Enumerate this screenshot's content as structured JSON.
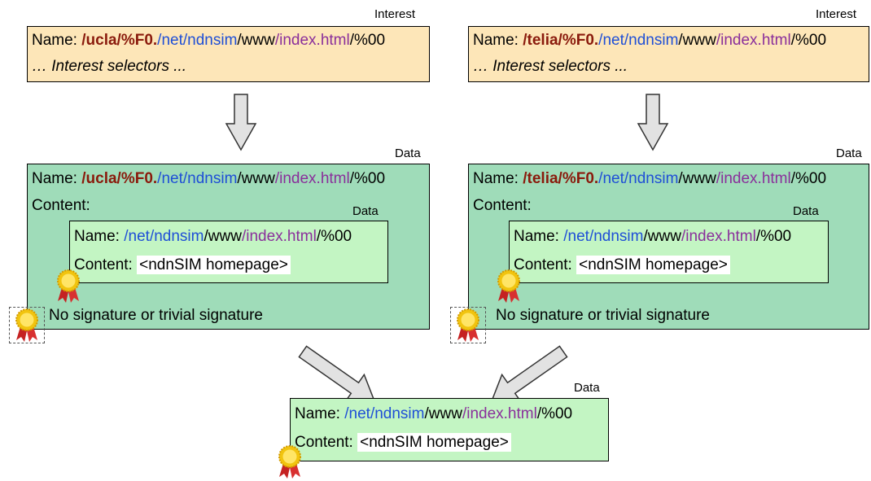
{
  "colors": {
    "interest_bg": "#fde6b8",
    "outer_data_bg": "#9fdcb9",
    "inner_data_bg": "#c3f5c3",
    "prefix_color": "#8a1a0c",
    "blue_path": "#1f4fd6",
    "purple_path": "#8a2f9b"
  },
  "common": {
    "name_label": "Name:",
    "content_label": "Content:",
    "seg_net": "/net",
    "seg_ndnsim": "/ndnsim",
    "seg_www": "/www",
    "seg_index": "/index.html",
    "seg_version": "/%00",
    "content_value": "<ndnSIM homepage>",
    "selectors": "… Interest selectors ...",
    "no_signature": "No signature or trivial signature"
  },
  "left": {
    "interest_label": "Interest",
    "data_label": "Data",
    "inner_label": "Data",
    "prefix": "/ucla/%F0."
  },
  "right": {
    "interest_label": "Interest",
    "data_label": "Data",
    "inner_label": "Data",
    "prefix": "/telia/%F0."
  },
  "bottom": {
    "data_label": "Data"
  },
  "icons": [
    "seal-icon"
  ]
}
